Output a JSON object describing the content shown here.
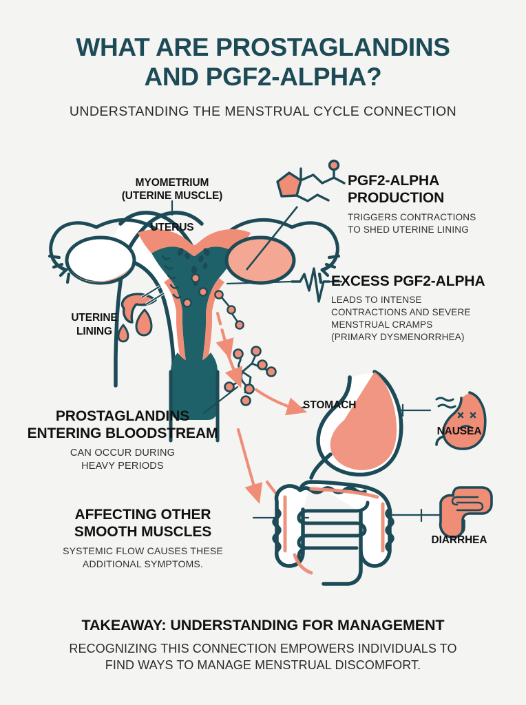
{
  "header": {
    "title_line1": "WHAT ARE PROSTAGLANDINS",
    "title_line2": "AND PGF2-ALPHA?",
    "subtitle": "UNDERSTANDING THE MENSTRUAL CYCLE CONNECTION"
  },
  "colors": {
    "background": "#f4f4f2",
    "teal": "#1c4a56",
    "teal_fill": "#1f6168",
    "salmon": "#ef8d77",
    "salmon_light": "#f4a893",
    "text_dark": "#111111",
    "text_body": "#2f2f2f"
  },
  "diagram": {
    "myometrium_label_line1": "MYOMETRIUM",
    "myometrium_label_line2": "(UTERINE MUSCLE)",
    "uterus_label": "UTERUS",
    "uterine_lining_line1": "UTERINE",
    "uterine_lining_line2": "LINING",
    "stomach_label": "STOMACH",
    "nausea_label": "NAUSEA",
    "diarrhea_label": "DIARRHEA"
  },
  "callouts": [
    {
      "id": "pgf2alpha",
      "icon": "prostaglandin-molecule-icon",
      "heading_line1": "PGF2-ALPHA",
      "heading_line2": "PRODUCTION",
      "body_line1": "TRIGGERS CONTRACTIONS",
      "body_line2": "TO SHED UTERINE LINING"
    },
    {
      "id": "excess",
      "icon": "heartbeat-waveform-icon",
      "heading": "EXCESS PGF2-ALPHA",
      "body_line1": "LEADS TO INTENSE",
      "body_line2": "CONTRACTIONS AND SEVERE",
      "body_line3": "MENSTRUAL CRAMPS",
      "body_line4": "(PRIMARY DYSMENORRHEA)"
    },
    {
      "id": "bloodstream",
      "heading_line1": "PROSTAGLANDINS",
      "heading_line2": "ENTERING BLOODSTREAM",
      "body_line1": "CAN OCCUR DURING",
      "body_line2": "HEAVY PERIODS"
    },
    {
      "id": "smooth-muscles",
      "heading_line1": "AFFECTING OTHER",
      "heading_line2": "SMOOTH MUSCLES",
      "body_line1": "SYSTEMIC FLOW CAUSES THESE",
      "body_line2": "ADDITIONAL SYMPTOMS."
    }
  ],
  "footer": {
    "heading": "TAKEAWAY: UNDERSTANDING FOR MANAGEMENT",
    "body_line1": "RECOGNIZING THIS CONNECTION EMPOWERS INDIVIDUALS TO",
    "body_line2": "FIND WAYS TO MANAGE MENSTRUAL DISCOMFORT."
  }
}
